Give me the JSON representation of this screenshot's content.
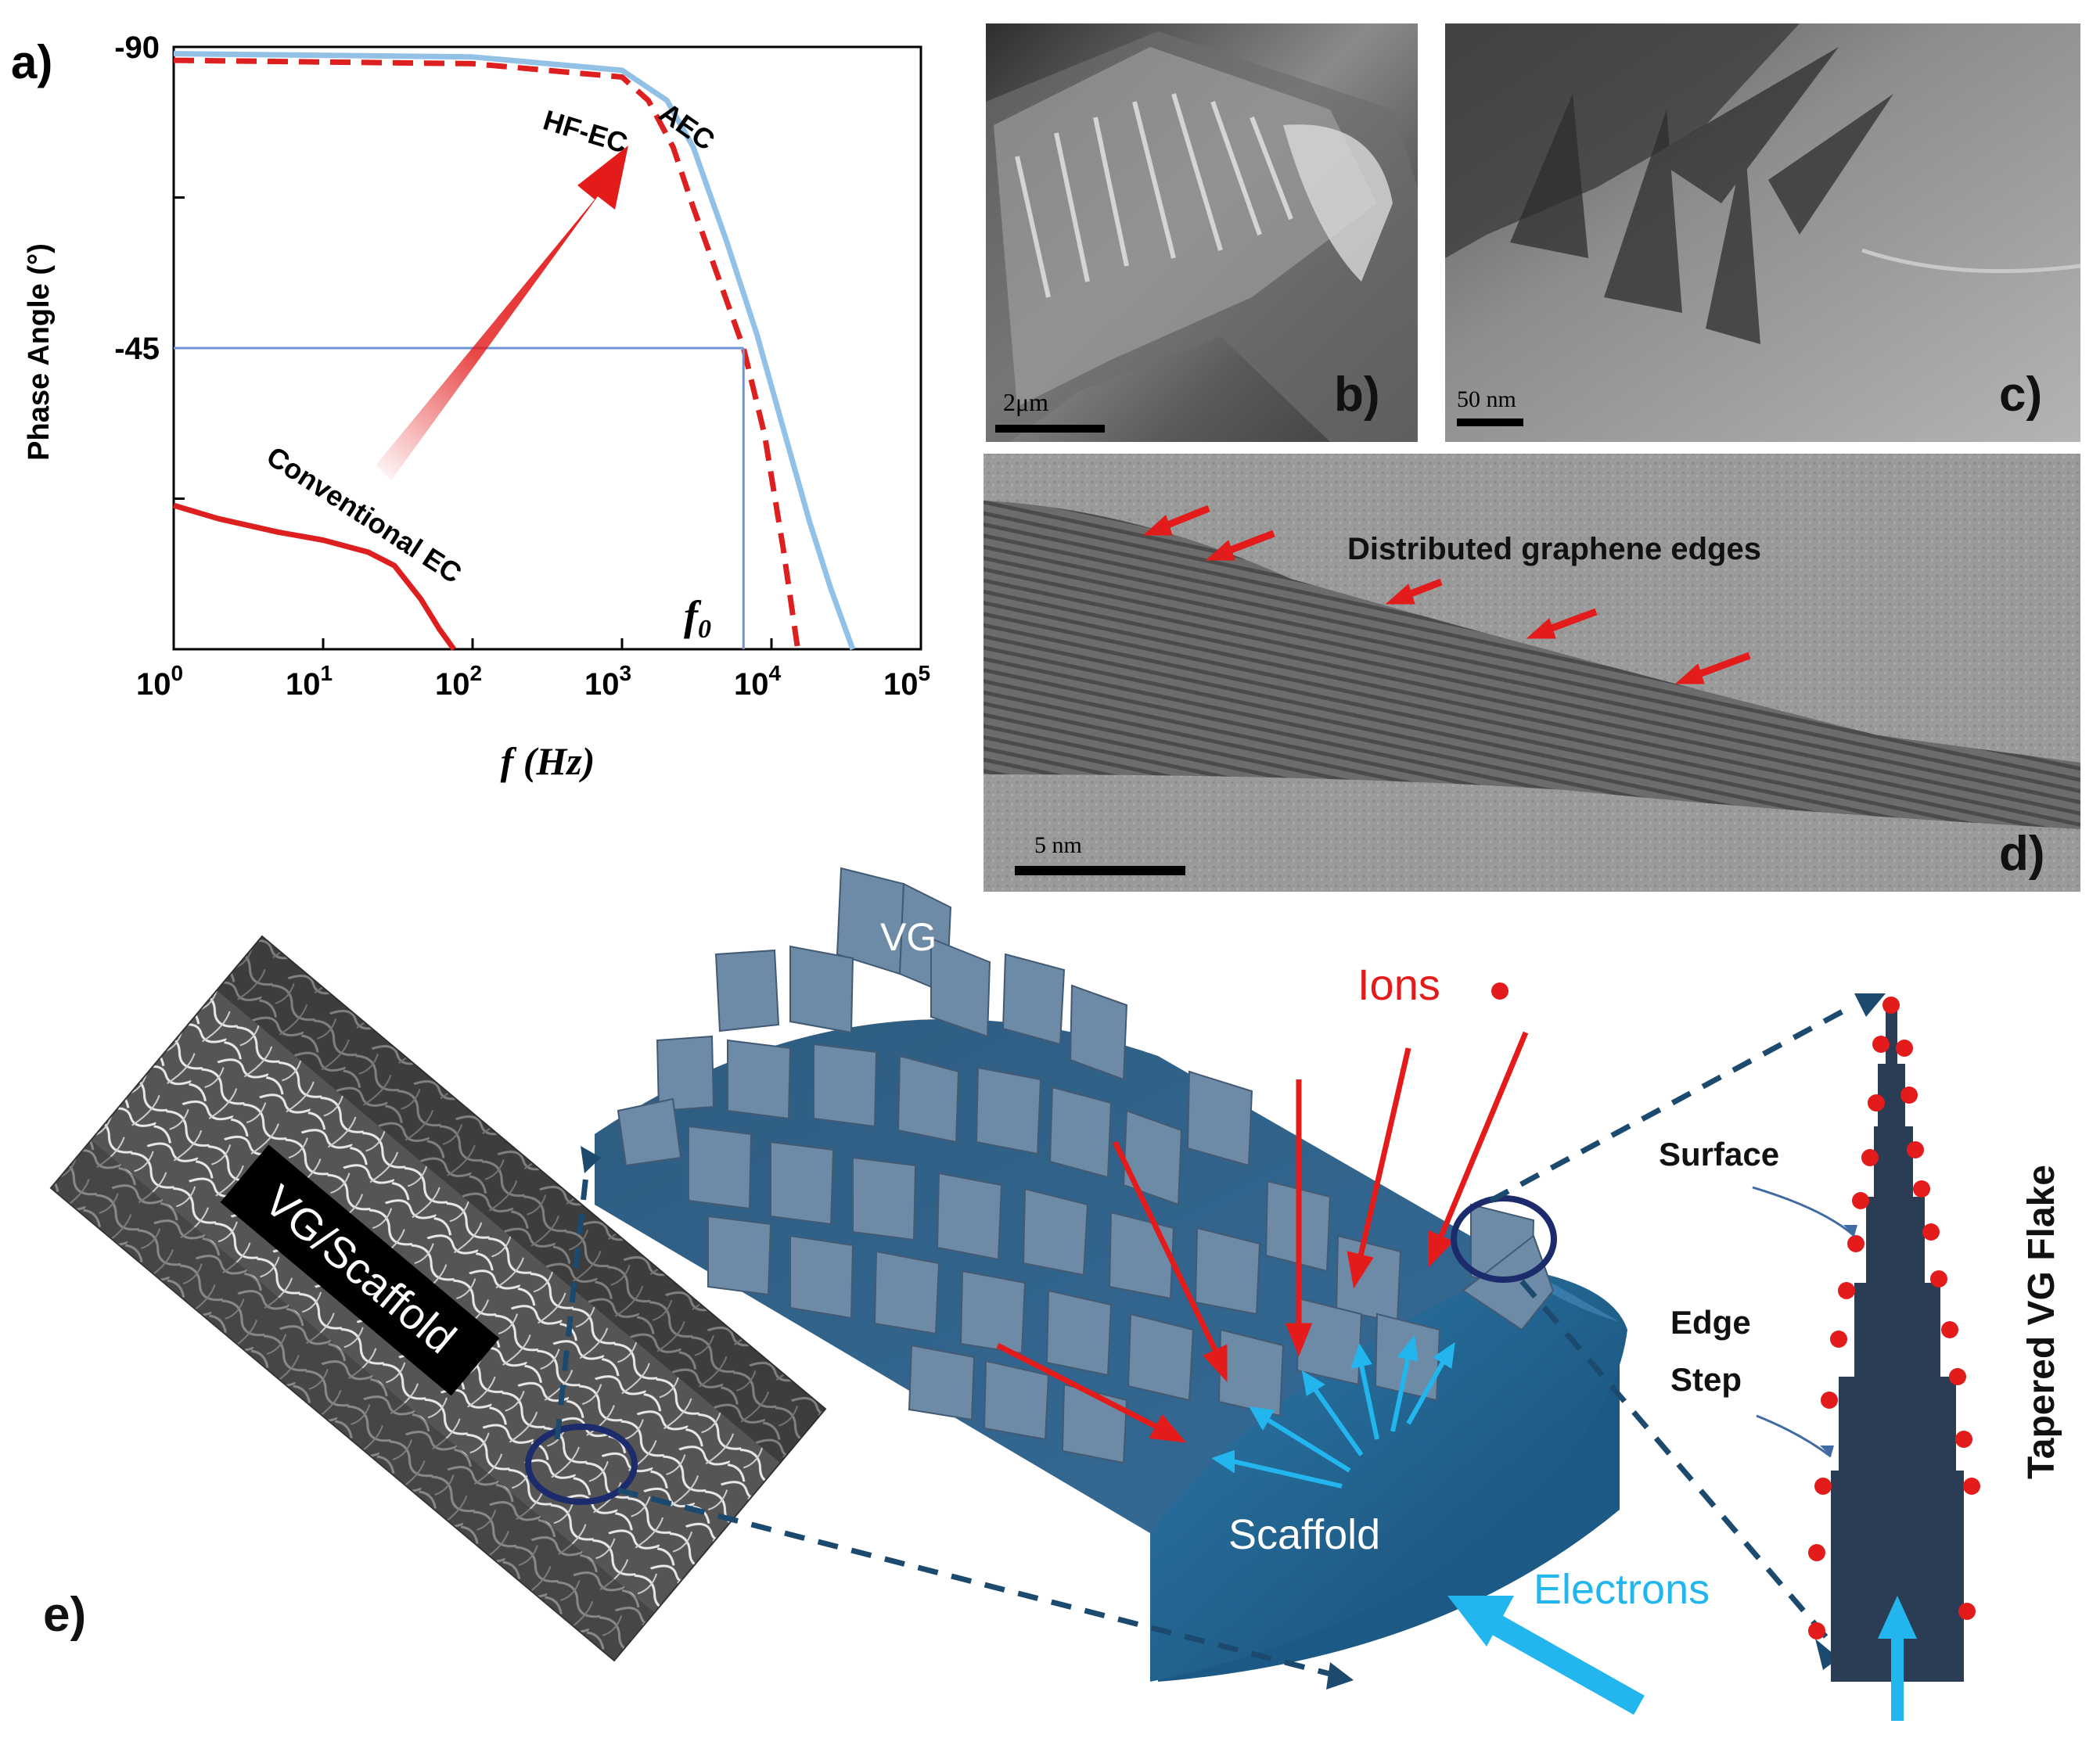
{
  "panel_labels": {
    "a": "a)",
    "b": "b)",
    "c": "c)",
    "d": "d)",
    "e": "e)"
  },
  "chart_data": {
    "type": "line",
    "xscale": "log",
    "xlabel": "f (Hz)",
    "ylabel": "Phase Angle (°)",
    "xlim": [
      1,
      100000
    ],
    "ylim": [
      -90,
      0
    ],
    "x_ticks": [
      "10",
      "10",
      "10",
      "10",
      "10",
      "10"
    ],
    "x_tick_exponents": [
      "0",
      "1",
      "2",
      "3",
      "4",
      "5"
    ],
    "y_ticks": [
      "-90",
      "-45"
    ],
    "f0_label": "f",
    "f0_subscript": "0",
    "f0_value_hz": 6500,
    "series": [
      {
        "name": "AEC",
        "style": "solid",
        "color": "#93c1e6",
        "x": [
          1,
          100,
          1000,
          2000,
          3000,
          5000,
          8000,
          12000,
          18000,
          25000,
          35000
        ],
        "y": [
          -89,
          -88.5,
          -86.5,
          -82,
          -75,
          -61,
          -47,
          -33,
          -19,
          -9,
          0
        ]
      },
      {
        "name": "HF-EC",
        "style": "dashed",
        "color": "#dd1f1f",
        "x": [
          1,
          100,
          1000,
          1500,
          2200,
          3000,
          4500,
          6500,
          9000,
          12000,
          15000
        ],
        "y": [
          -88,
          -87.5,
          -85.5,
          -82,
          -75,
          -66,
          -55,
          -45,
          -32,
          -15,
          0
        ]
      },
      {
        "name": "Conventional EC",
        "style": "solid",
        "color": "#dd1f1f",
        "x": [
          1,
          2,
          5,
          10,
          20,
          30,
          45,
          60,
          75
        ],
        "y": [
          -21.5,
          -19.5,
          -17.5,
          -16.3,
          -14.5,
          -12.5,
          -7.5,
          -3,
          0
        ]
      }
    ],
    "reference_line_y": -45,
    "annotation": "red arrow from Conventional EC toward HF-EC"
  },
  "panel_d": {
    "caption": "Distributed graphene edges"
  },
  "scale_bars": {
    "b": "2μm",
    "c": "50 nm",
    "d": "5 nm"
  },
  "panel_e": {
    "vg": "VG",
    "ions": "Ions",
    "scaffold": "Scaffold",
    "electrons": "Electrons",
    "vg_scaffold": "VG/Scaffold",
    "surface": "Surface",
    "edge": "Edge",
    "step": "Step",
    "flake": "Tapered VG Flake"
  },
  "colors": {
    "red": "#e31b1b",
    "light_blue": "#1ea8e6",
    "navy": "#1b3e66",
    "scaffold_blue": "#1d5b86",
    "flake_dark": "#2b3d54",
    "vg_tile": "#6d8aa6"
  }
}
